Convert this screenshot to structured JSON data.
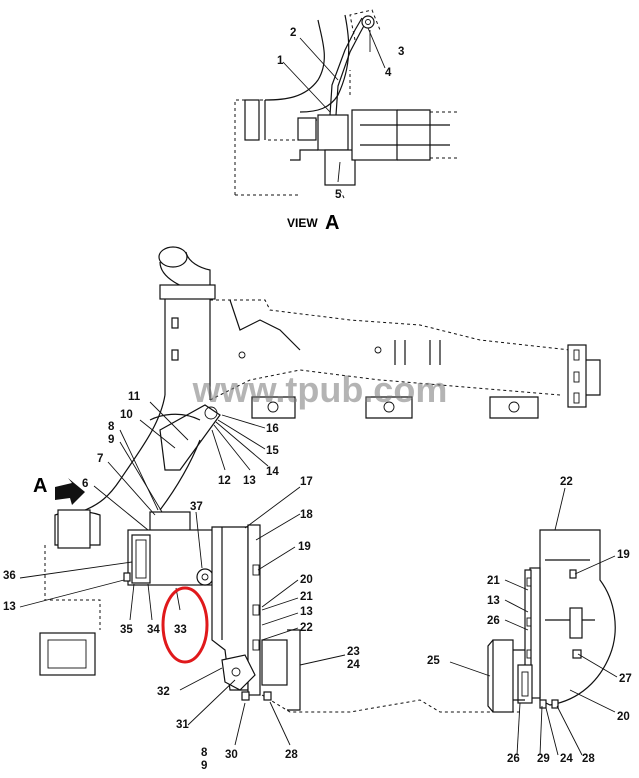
{
  "view_title": "VIEW",
  "view_letter": "A",
  "arrow_letter": "A",
  "watermark": "www.tpub.com",
  "highlight_color": "#e0191b",
  "callouts_top": [
    "1",
    "2",
    "3",
    "4",
    "5"
  ],
  "callouts_main": [
    "6",
    "7",
    "8",
    "9",
    "10",
    "11",
    "12",
    "13",
    "14",
    "15",
    "16",
    "17",
    "18",
    "19",
    "20",
    "21",
    "13",
    "22",
    "23",
    "24",
    "28",
    "30",
    "8",
    "9",
    "31",
    "32",
    "33",
    "34",
    "35",
    "13",
    "36",
    "37"
  ],
  "callouts_right": [
    "22",
    "19",
    "21",
    "13",
    "26",
    "25",
    "27",
    "20",
    "28",
    "24",
    "29",
    "26"
  ]
}
